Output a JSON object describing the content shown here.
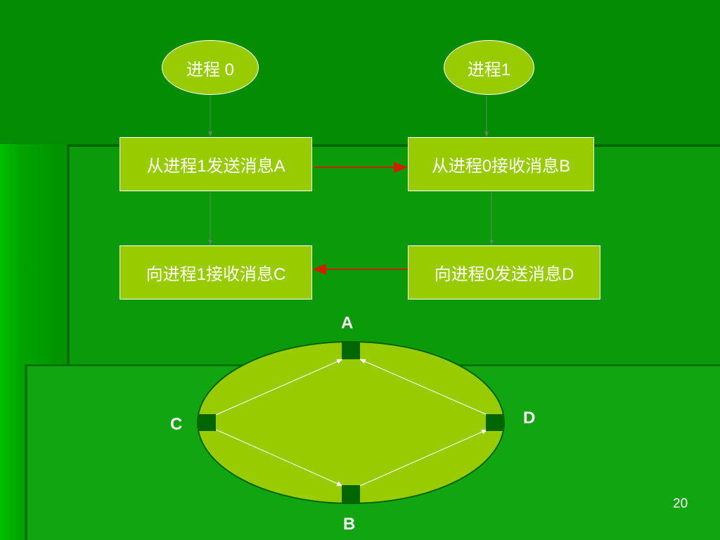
{
  "nodes": {
    "process0": "进程 0",
    "process1": "进程1",
    "send_a": "从进程1发送消息A",
    "recv_b": "从进程0接收消息B",
    "recv_c": "向进程1接收消息C",
    "send_d": "向进程0发送消息D"
  },
  "ring_labels": {
    "a": "A",
    "b": "B",
    "c": "C",
    "d": "D"
  },
  "page_number": "20",
  "colors": {
    "node_fill": "#99cc00",
    "ring_node": "#006600",
    "arrow_red": "#cc2200"
  }
}
